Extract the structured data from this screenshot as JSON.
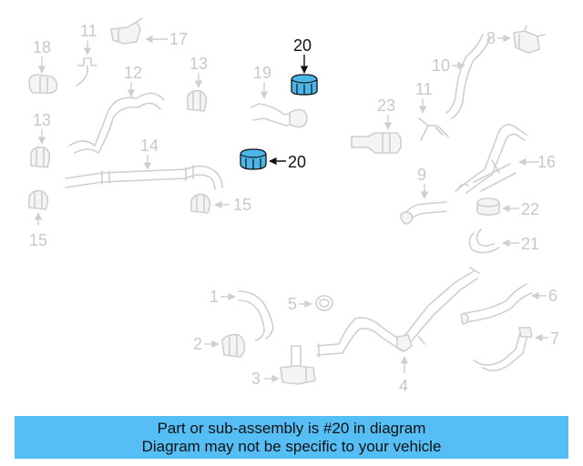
{
  "callouts": {
    "c18": "18",
    "c11a": "11",
    "c17": "17",
    "c13a": "13",
    "c12": "12",
    "c13b": "13",
    "c14": "14",
    "c15a": "15",
    "c15b": "15",
    "c19": "19",
    "c20a": "20",
    "c20b": "20",
    "c8": "8",
    "c10": "10",
    "c11b": "11",
    "c23": "23",
    "c16": "16",
    "c9": "9",
    "c22": "22",
    "c21": "21",
    "c1": "1",
    "c5": "5",
    "c6": "6",
    "c2": "2",
    "c7": "7",
    "c3": "3",
    "c4": "4"
  },
  "highlight": {
    "part_number": "20",
    "color": "#4db6e8"
  },
  "banner": {
    "line1": "Part or sub-assembly is #20 in diagram",
    "line2": "Diagram may not be specific to your vehicle",
    "background": "#55bff5"
  }
}
